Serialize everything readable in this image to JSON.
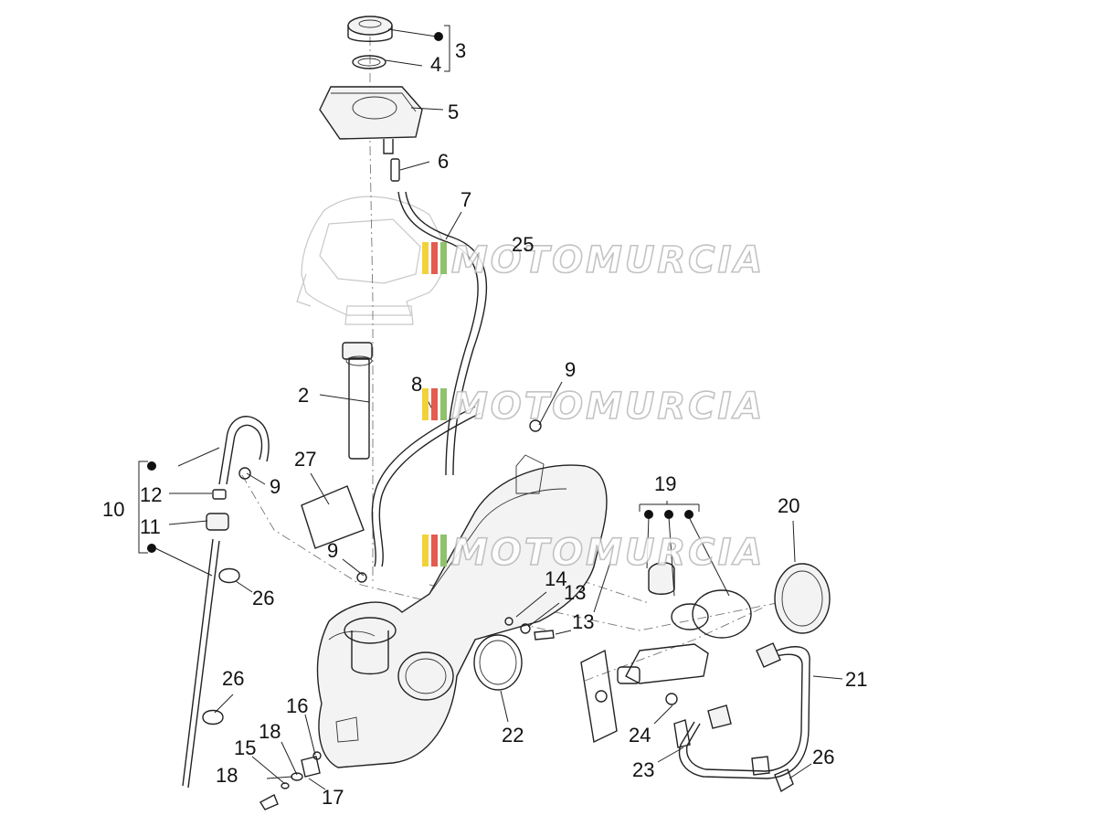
{
  "watermark": {
    "text": "MOTOMURCIA",
    "stripe_colors": [
      "#f2d23a",
      "#e45b4f",
      "#8fc26b"
    ]
  },
  "callouts": [
    {
      "id": "c3",
      "text": "3"
    },
    {
      "id": "c4",
      "text": "4"
    },
    {
      "id": "c5",
      "text": "5"
    },
    {
      "id": "c6",
      "text": "6"
    },
    {
      "id": "c7",
      "text": "7"
    },
    {
      "id": "c25",
      "text": "25"
    },
    {
      "id": "c2",
      "text": "2"
    },
    {
      "id": "c8",
      "text": "8"
    },
    {
      "id": "c9a",
      "text": "9"
    },
    {
      "id": "c9b",
      "text": "9"
    },
    {
      "id": "c9c",
      "text": "9"
    },
    {
      "id": "c10",
      "text": "10"
    },
    {
      "id": "c12",
      "text": "12"
    },
    {
      "id": "c11",
      "text": "11"
    },
    {
      "id": "c27",
      "text": "27"
    },
    {
      "id": "c26a",
      "text": "26"
    },
    {
      "id": "c26b",
      "text": "26"
    },
    {
      "id": "c26c",
      "text": "26"
    },
    {
      "id": "c19",
      "text": "19"
    },
    {
      "id": "c20",
      "text": "20"
    },
    {
      "id": "c14",
      "text": "14"
    },
    {
      "id": "c13a",
      "text": "13"
    },
    {
      "id": "c13b",
      "text": "13"
    },
    {
      "id": "c18a",
      "text": "18"
    },
    {
      "id": "c18b",
      "text": "18"
    },
    {
      "id": "c21",
      "text": "21"
    },
    {
      "id": "c22",
      "text": "22"
    },
    {
      "id": "c24",
      "text": "24"
    },
    {
      "id": "c23",
      "text": "23"
    },
    {
      "id": "c16",
      "text": "16"
    },
    {
      "id": "c15",
      "text": "15"
    },
    {
      "id": "c17",
      "text": "17"
    }
  ]
}
